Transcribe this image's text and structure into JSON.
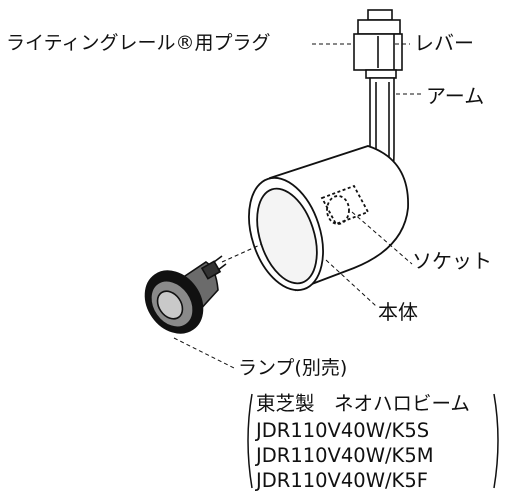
{
  "labels": {
    "plug": "ライティングレール®用プラグ",
    "lever": "レバー",
    "arm": "アーム",
    "socket": "ソケット",
    "body": "本体",
    "lamp": "ランプ(別売)"
  },
  "spec_lines": [
    "東芝製　ネオハロビーム",
    "JDR110V40W/K5S",
    "JDR110V40W/K5M",
    "JDR110V40W/K5F"
  ],
  "colors": {
    "ink": "#111111",
    "background": "#ffffff"
  }
}
